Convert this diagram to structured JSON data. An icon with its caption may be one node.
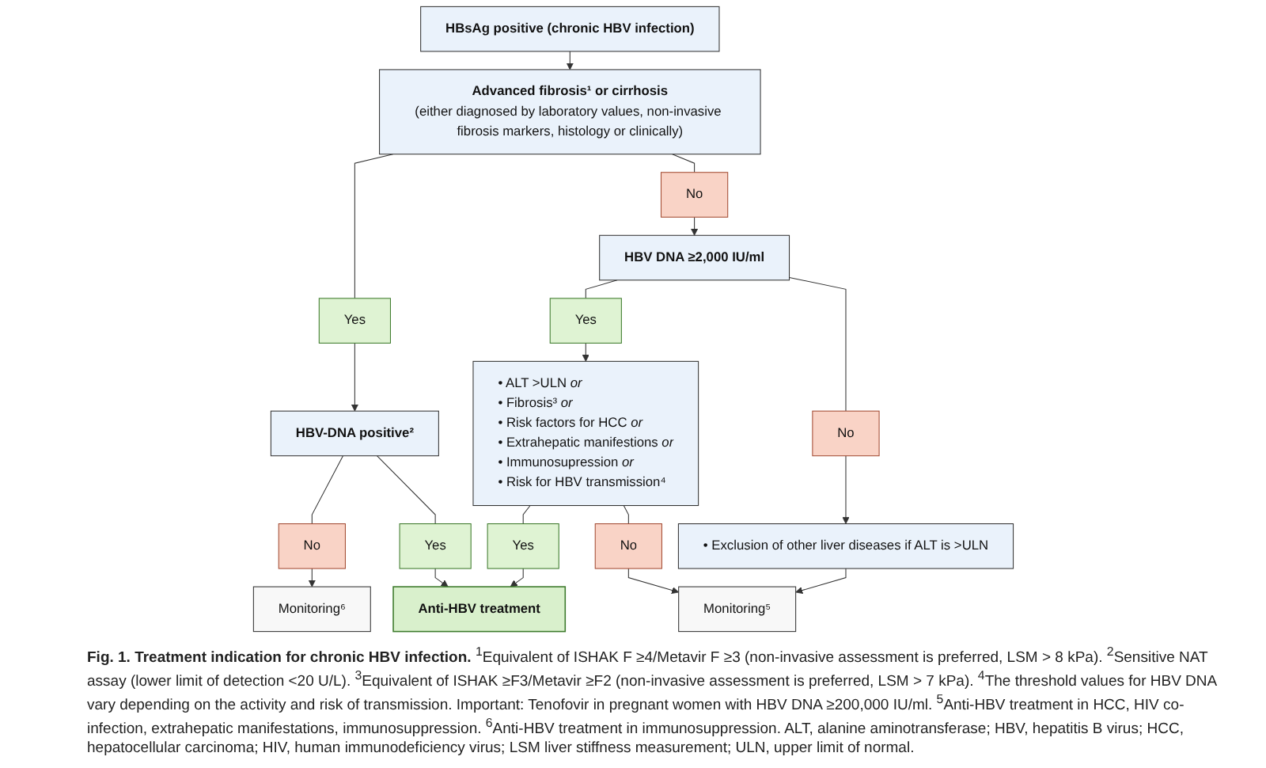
{
  "diagram": {
    "caption": "**Fig. 1.  Treatment indication for chronic HBV infection.** $^{1}$Equivalent of ISHAK F ≥4/Metavir F ≥3 (non-invasive assessment is preferred, LSM > 8 kPa). $^{2}$Sensitive NAT assay (lower limit of detection <20 U/L). $^{3}$Equivalent of ISHAK ≥F3/Metavir ≥F2 (non-invasive assessment is preferred, LSM > 7 kPa). $^{4}$The threshold values for HBV DNA vary depending on the activity and risk of transmission. Important: Tenofovir in pregnant women with HBV DNA ≥200,000 IU/ml. $^{5}$Anti-HBV treatment in HCC, HIV co-infection, extrahepatic manifestations, immunosuppression. $^{6}$Anti-HBV treatment in immunosuppression. ALT, alanine aminotransferase; HBV, hepatitis B virus; HCC, hepatocellular carcinoma; HIV, human immunodeficiency virus; LSM liver stiffness measurement; ULN, upper limit of normal.",
    "nodes": [
      {
        "text": [
          "HBsAg positive (chronic HBV infection)"
        ]
      },
      {
        "text": [
          "Advanced fibrosis¹ or cirrhosis",
          "(either diagnosed by laboratory values, non-invasive fibrosis markers, histology or clinically)"
        ]
      },
      {
        "text": [
          "Yes"
        ]
      },
      {
        "text": [
          "No"
        ]
      },
      {
        "text": [
          "HBV-DNA positive²"
        ]
      },
      {
        "text": [
          "No"
        ]
      },
      {
        "text": [
          "Yes"
        ]
      },
      {
        "text": [
          "HBV DNA ≥2,000 IU/ml"
        ]
      },
      {
        "text": [
          "Yes"
        ]
      },
      {
        "text": [
          "No"
        ]
      },
      {
        "text": [
          "• ALT >ULN *or*",
          "• Fibrosis³ *or*",
          "• Risk factors for HCC *or*",
          "• Extrahepatic manifestions *or*",
          "• Immunosupression *or*",
          "• Risk for HBV transmission⁴"
        ]
      },
      {
        "text": [
          "• Exclusion of other liver diseases if ALT is >ULN"
        ]
      },
      {
        "text": [
          "Yes"
        ]
      },
      {
        "text": [
          "No"
        ]
      },
      {
        "text": [
          "Monitoring⁶"
        ]
      },
      {
        "text": [
          "Anti-HBV treatment"
        ]
      },
      {
        "text": [
          "Monitoring⁵"
        ]
      }
    ],
    "edges": [
      {
        "from": 0,
        "to": 1,
        "arrow": "to"
      },
      {
        "from": 1,
        "to": 2,
        "arrow": "none"
      },
      {
        "from": 1,
        "to": 3,
        "arrow": "none"
      },
      {
        "from": 2,
        "to": 4,
        "arrow": "to"
      },
      {
        "from": 3,
        "to": 7,
        "arrow": "to"
      },
      {
        "from": 4,
        "to": 5,
        "arrow": "none"
      },
      {
        "from": 4,
        "to": 6,
        "arrow": "none"
      },
      {
        "from": 7,
        "to": 8,
        "arrow": "none"
      },
      {
        "from": 7,
        "to": 9,
        "arrow": "none"
      },
      {
        "from": 8,
        "to": 10,
        "arrow": "to"
      },
      {
        "from": 9,
        "to": 11,
        "arrow": "to"
      },
      {
        "from": 10,
        "to": 12,
        "arrow": "none"
      },
      {
        "from": 10,
        "to": 13,
        "arrow": "none"
      },
      {
        "from": 5,
        "to": 14,
        "arrow": "to"
      },
      {
        "from": 6,
        "to": 15,
        "arrow": "to"
      },
      {
        "from": 12,
        "to": 15,
        "arrow": "to"
      },
      {
        "from": 13,
        "to": 16,
        "arrow": "to"
      },
      {
        "from": 11,
        "to": 16,
        "arrow": "to"
      }
    ]
  }
}
